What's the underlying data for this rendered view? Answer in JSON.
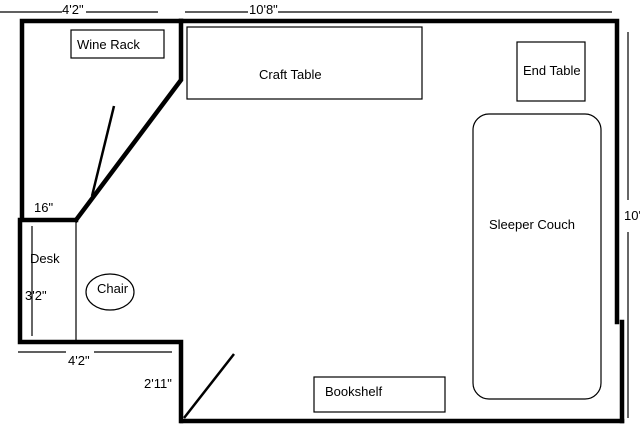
{
  "dimensions": {
    "top_left": "4'2\"",
    "top_main": "10'8\"",
    "right_side": "10'",
    "nook_width": "16\"",
    "desk_side": "3'2\"",
    "bottom_left": "4'2\"",
    "door_side": "2'11\""
  },
  "furniture": {
    "wine_rack": "Wine Rack",
    "craft_table": "Craft Table",
    "end_table": "End Table",
    "sleeper_couch": "Sleeper Couch",
    "desk": "Desk",
    "chair": "Chair",
    "bookshelf": "Bookshelf"
  }
}
